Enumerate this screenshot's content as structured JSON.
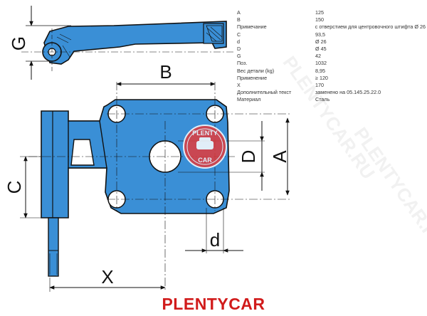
{
  "dimension_labels": {
    "a": "A",
    "b": "B",
    "c": "C",
    "d_big": "D",
    "d_small": "d",
    "g": "G",
    "x": "X"
  },
  "specs": [
    {
      "key": "A",
      "value": "125"
    },
    {
      "key": "B",
      "value": "150"
    },
    {
      "key": "Примечание",
      "value": "с отверстием для центровочного штифта Ø 26"
    },
    {
      "key": "C",
      "value": "93,5"
    },
    {
      "key": "d",
      "value": "Ø 26"
    },
    {
      "key": "D",
      "value": "Ø 45"
    },
    {
      "key": "G",
      "value": "42"
    },
    {
      "key": "Поз.",
      "value": "1032"
    },
    {
      "key": "Вес детали (kg)",
      "value": "8,95"
    },
    {
      "key": "Применение",
      "value": "≥ 120"
    },
    {
      "key": "X",
      "value": "170"
    },
    {
      "key": "Дополнительный текст",
      "value": "заменено на 05.145.25.22.0"
    },
    {
      "key": "Материал",
      "value": "Сталь"
    }
  ],
  "badge": {
    "top": "PLENTY",
    "bottom": "CAR"
  },
  "brand": "PLENTYCAR",
  "watermark": "PLENTYCAR.RU",
  "colors": {
    "part_fill": "#3a8fd6",
    "outline": "#111111",
    "brand": "#d11b1b",
    "badge": "#e33b3b"
  }
}
